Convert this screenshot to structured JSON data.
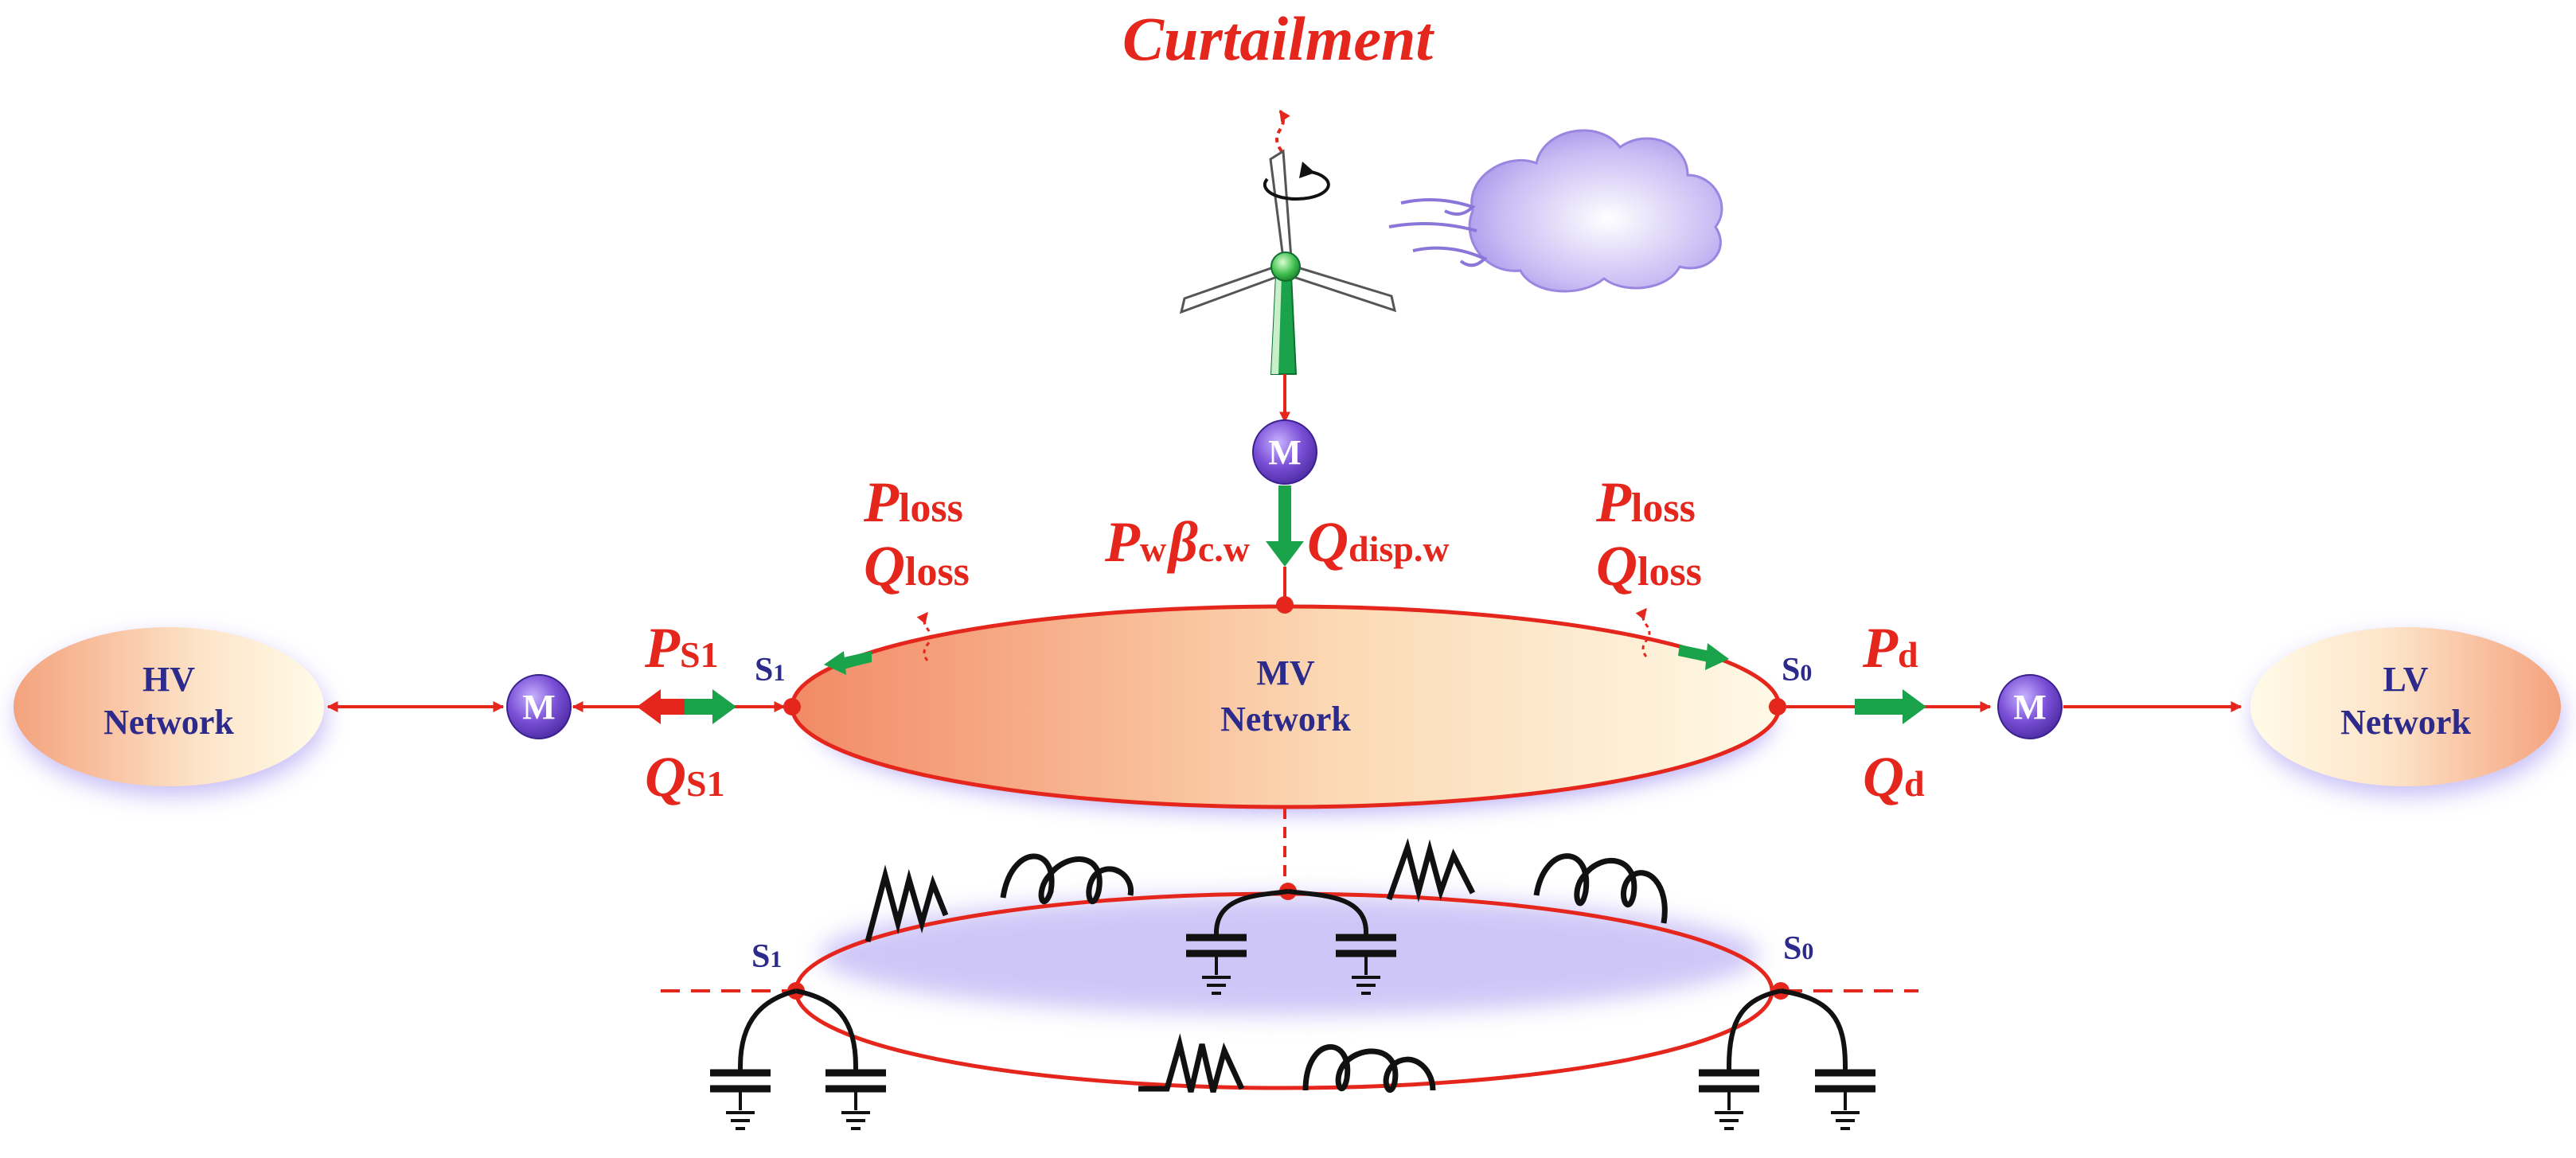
{
  "title": "Curtailment",
  "networks": {
    "hv": {
      "line1": "HV",
      "line2": "Network"
    },
    "mv": {
      "line1": "MV",
      "line2": "Network"
    },
    "lv": {
      "line1": "LV",
      "line2": "Network"
    }
  },
  "meter_label": "M",
  "nodes": {
    "s1": "S",
    "s1_sub": "1",
    "s0": "S",
    "s0_sub": "0"
  },
  "flows": {
    "p_s1": {
      "main": "P",
      "sub": "S1"
    },
    "q_s1": {
      "main": "Q",
      "sub": "S1"
    },
    "p_loss_left": {
      "main": "P",
      "sub": "loss"
    },
    "q_loss_left": {
      "main": "Q",
      "sub": "loss"
    },
    "p_loss_right": {
      "main": "P",
      "sub": "loss"
    },
    "q_loss_right": {
      "main": "Q",
      "sub": "loss"
    },
    "p_w": {
      "main": "P",
      "sub": "w"
    },
    "beta": {
      "main": "β",
      "sub": "c.w"
    },
    "q_disp": {
      "main": "Q",
      "sub": "disp.w"
    },
    "p_d": {
      "main": "P",
      "sub": "d"
    },
    "q_d": {
      "main": "Q",
      "sub": "d"
    }
  },
  "icons": [
    "wind-turbine-icon",
    "cloud-wind-icon",
    "meter-icon",
    "resistor-icon",
    "inductor-icon",
    "capacitor-icon",
    "ground-icon"
  ],
  "colors": {
    "red": "#e5261c",
    "green": "#1aa34a",
    "navy": "#2c2a8a",
    "purple": "#7a4fd6",
    "cloud": "#b9a9f0"
  }
}
